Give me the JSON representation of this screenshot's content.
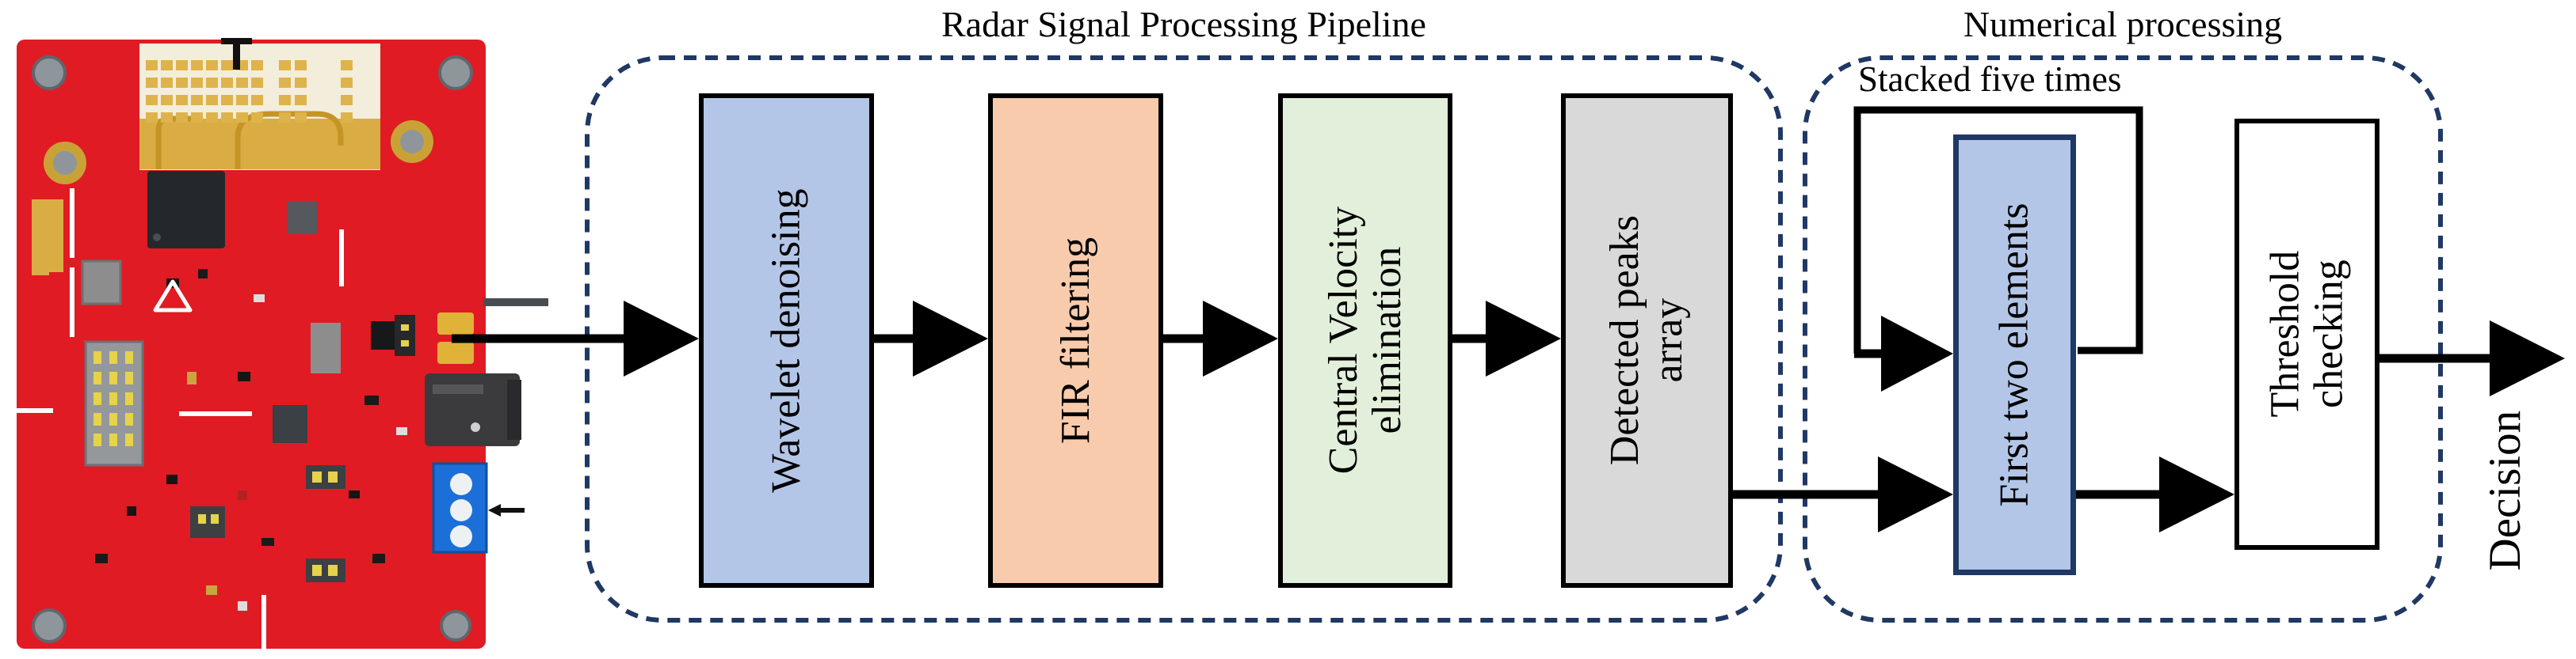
{
  "pipeline": {
    "title": "Radar Signal Processing Pipeline",
    "boxes": [
      {
        "id": "wavelet-denoising",
        "label": "Wavelet denoising",
        "fill": "#b4c6e7"
      },
      {
        "id": "fir-filtering",
        "label": "FIR filtering",
        "fill": "#f8cbad"
      },
      {
        "id": "central-velocity",
        "label": "Central Velocity\nelimination",
        "fill": "#e2efda"
      },
      {
        "id": "detected-peaks",
        "label": "Detected peaks\narray",
        "fill": "#d9d9d9"
      }
    ]
  },
  "numerical": {
    "title": "Numerical processing",
    "stack_label": "Stacked five times",
    "boxes": [
      {
        "id": "first-two-elements",
        "label": "First two elements",
        "fill": "#b4c6e7",
        "border": "#1f3864"
      },
      {
        "id": "threshold-checking",
        "label": "Threshold\nchecking",
        "fill": "#ffffff",
        "border": "#000000"
      }
    ]
  },
  "output_label": "Decision",
  "style": {
    "dashed_container_color": "#1f3864",
    "arrow_color": "#000000",
    "pcb_board_color": "#e01b24",
    "pcb_antenna_color": "#f3eddc",
    "pcb_gold_color": "#d9ad43"
  }
}
